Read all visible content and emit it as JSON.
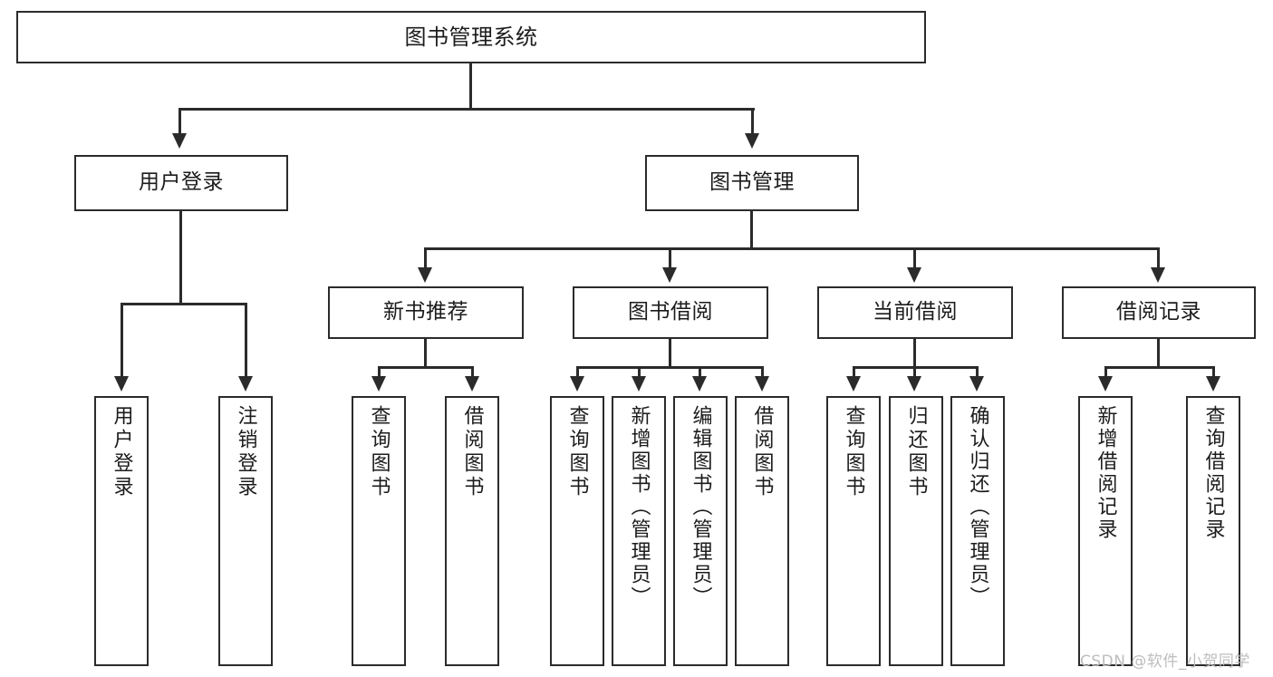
{
  "diagram": {
    "title": "图书管理系统",
    "type": "功能结构图",
    "root": {
      "label": "图书管理系统"
    },
    "level2": [
      {
        "label": "用户登录"
      },
      {
        "label": "图书管理"
      }
    ],
    "level3": [
      {
        "label": "新书推荐"
      },
      {
        "label": "图书借阅"
      },
      {
        "label": "当前借阅"
      },
      {
        "label": "借阅记录"
      }
    ],
    "leaves": {
      "user_login": [
        {
          "label": "用户登录"
        },
        {
          "label": "注销登录"
        }
      ],
      "new_book_recommend": [
        {
          "label": "查询图书"
        },
        {
          "label": "借阅图书"
        }
      ],
      "book_borrow": [
        {
          "label": "查询图书"
        },
        {
          "label": "新增图书（管理员）"
        },
        {
          "label": "编辑图书（管理员）"
        },
        {
          "label": "借阅图书"
        }
      ],
      "current_borrow": [
        {
          "label": "查询图书"
        },
        {
          "label": "归还图书"
        },
        {
          "label": "确认归还（管理员）"
        }
      ],
      "borrow_record": [
        {
          "label": "新增借阅记录"
        },
        {
          "label": "查询借阅记录"
        }
      ]
    }
  },
  "watermark": {
    "text": "CSDN @软件_小贺同学"
  },
  "colors": {
    "stroke": "#2b2b2b",
    "fill": "#ffffff",
    "text": "#1c1c1c",
    "watermark": "#bdbdbd"
  }
}
